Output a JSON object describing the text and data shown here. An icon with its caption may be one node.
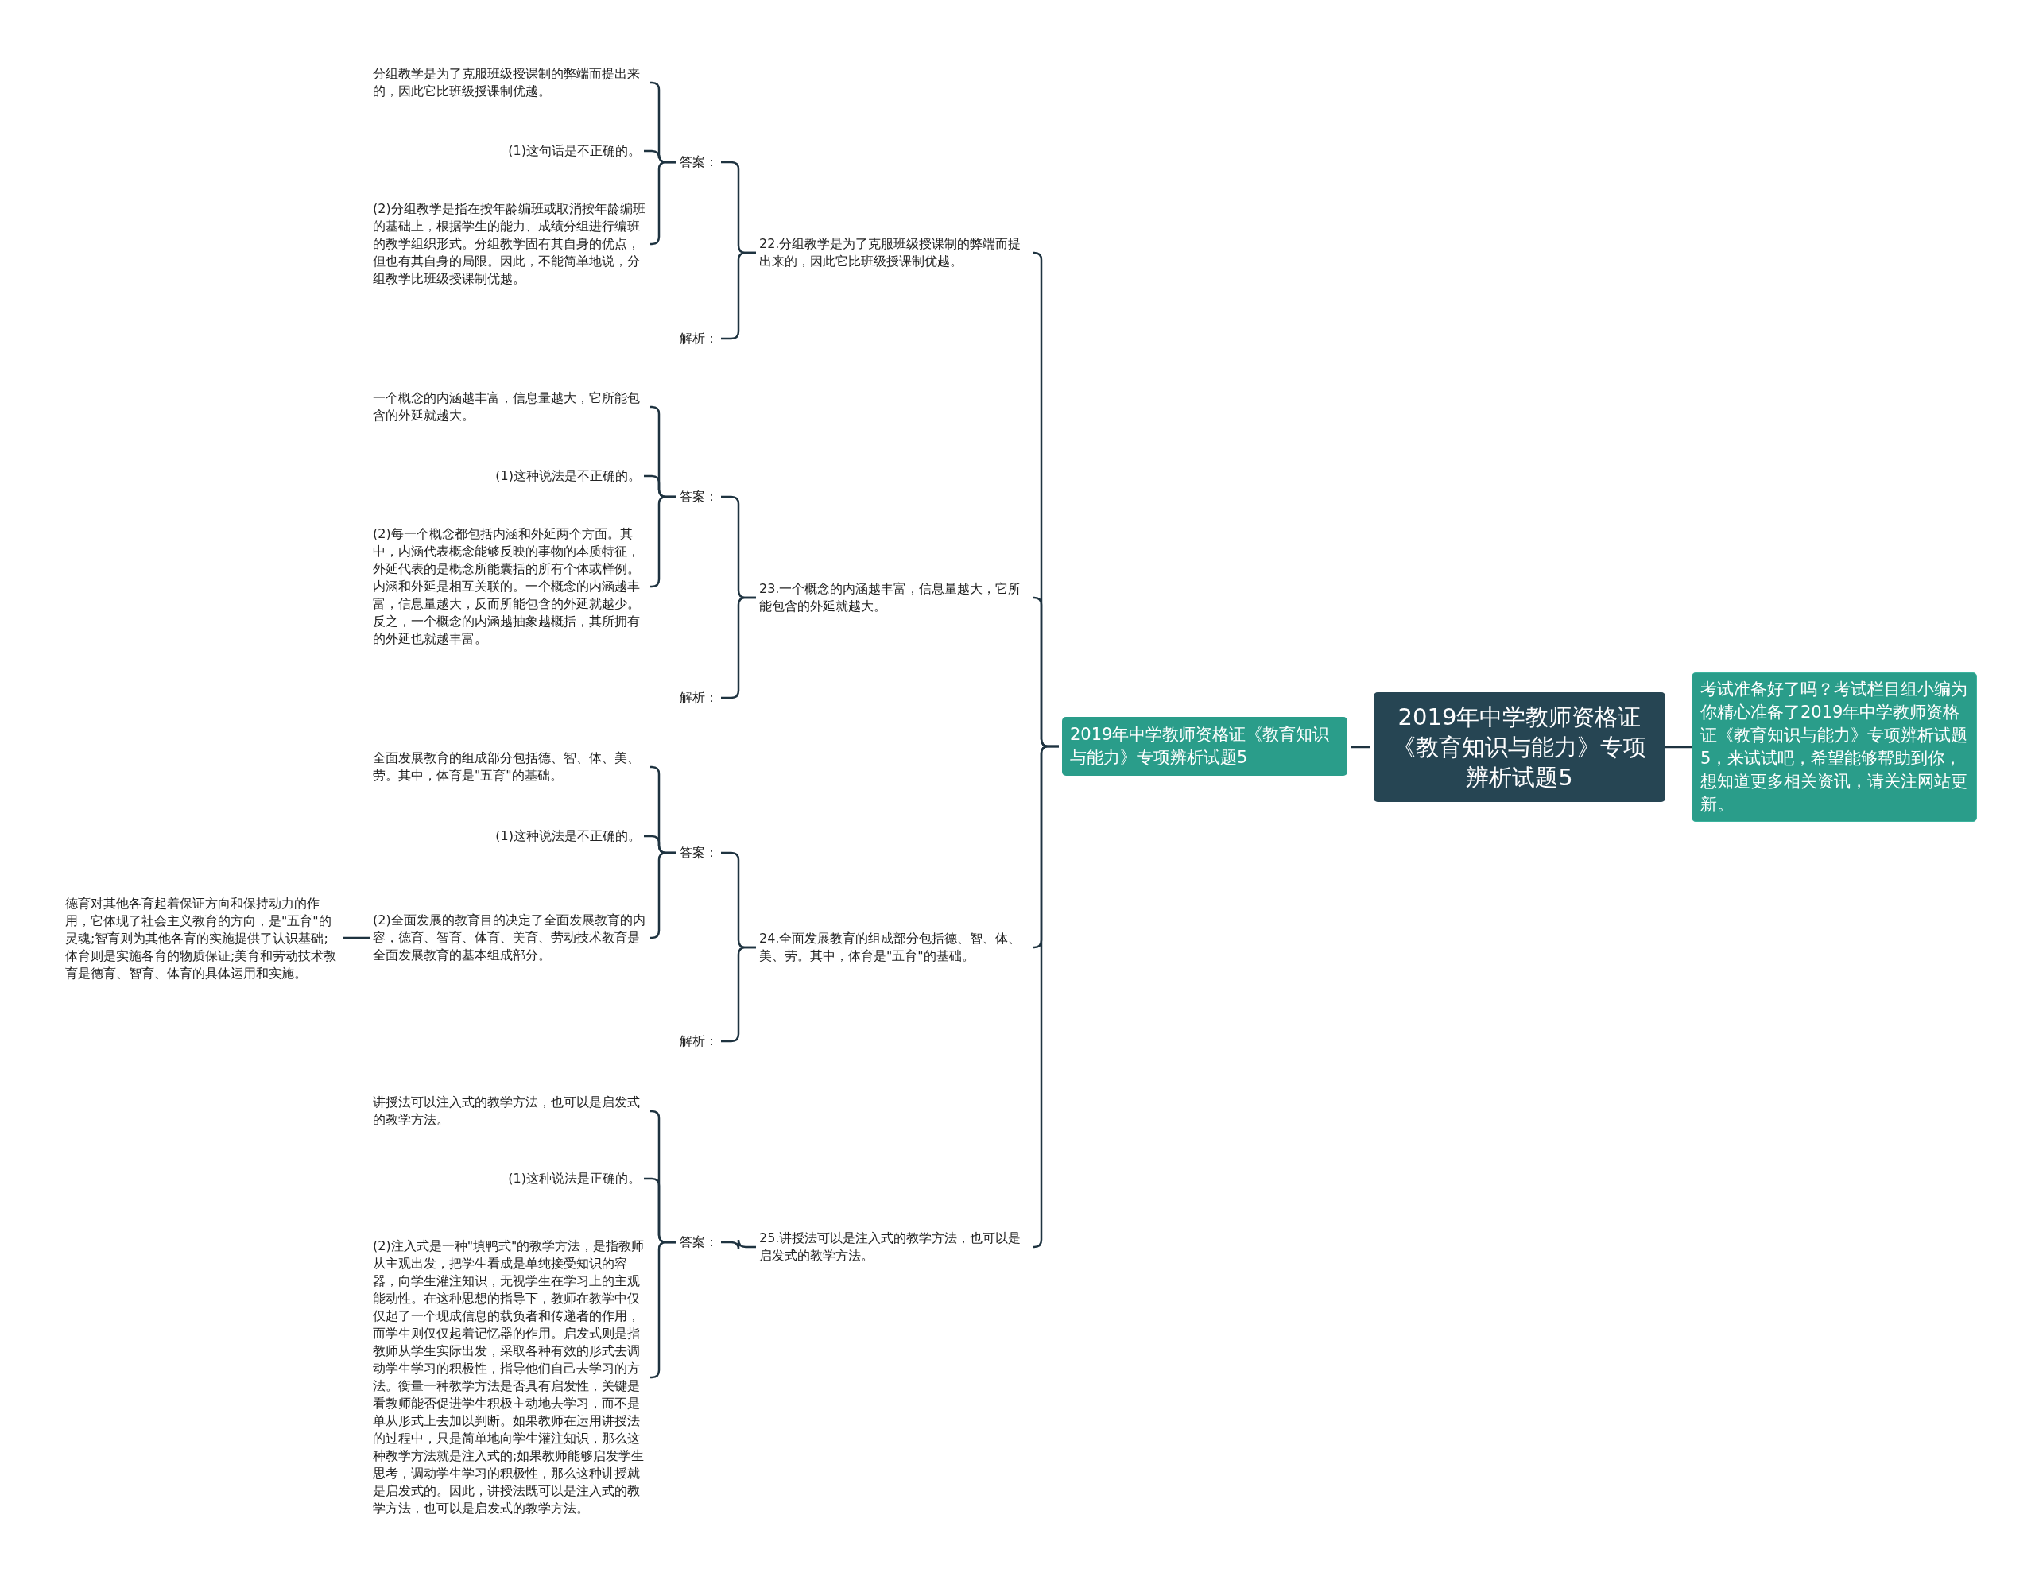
{
  "diagram": {
    "nodes": [
      {
        "text": [
          "2019年中学教师资格证《教育知识与能力》专项辨析试题5"
        ]
      },
      {
        "text": [
          "考试准备好了吗？考试栏目组小编为你精心准备了2019年中学教师资格证《教育知识与能力》专项辨析试题5，来试试吧，希望能够帮助到你，想知道更多相关资讯，请关注网站更新。"
        ]
      },
      {
        "text": [
          "2019年中学教师资格证《教育知识与能力》专项辨析试题5"
        ]
      },
      {
        "text": [
          "22.分组教学是为了克服班级授课制的弊端而提出来的，因此它比班级授课制优越。"
        ]
      },
      {
        "text": [
          "答案："
        ]
      },
      {
        "text": [
          "分组教学是为了克服班级授课制的弊端而提出来的，因此它比班级授课制优越。"
        ]
      },
      {
        "text": [
          "(1)这句话是不正确的。"
        ]
      },
      {
        "text": [
          "(2)分组教学是指在按年龄编班或取消按年龄编班的基础上，根据学生的能力、成绩分组进行编班的教学组织形式。分组教学固有其自身的优点，但也有其自身的局限。因此，不能简单地说，分组教学比班级授课制优越。"
        ]
      },
      {
        "text": [
          "解析："
        ]
      },
      {
        "text": [
          "23.一个概念的内涵越丰富，信息量越大，它所能包含的外延就越大。"
        ]
      },
      {
        "text": [
          "答案："
        ]
      },
      {
        "text": [
          "一个概念的内涵越丰富，信息量越大，它所能包含的外延就越大。"
        ]
      },
      {
        "text": [
          "(1)这种说法是不正确的。"
        ]
      },
      {
        "text": [
          "(2)每一个概念都包括内涵和外延两个方面。其中，内涵代表概念能够反映的事物的本质特征，外延代表的是概念所能囊括的所有个体或样例。内涵和外延是相互关联的。一个概念的内涵越丰富，信息量越大，反而所能包含的外延就越少。反之，一个概念的内涵越抽象越概括，其所拥有的外延也就越丰富。"
        ]
      },
      {
        "text": [
          "解析："
        ]
      },
      {
        "text": [
          "24.全面发展教育的组成部分包括德、智、体、美、劳。其中，体育是\"五育\"的基础。"
        ]
      },
      {
        "text": [
          "答案："
        ]
      },
      {
        "text": [
          "全面发展教育的组成部分包括德、智、体、美、劳。其中，体育是\"五育\"的基础。"
        ]
      },
      {
        "text": [
          "(1)这种说法是不正确的。"
        ]
      },
      {
        "text": [
          "(2)全面发展的教育目的决定了全面发展教育的内容，德育、智育、体育、美育、劳动技术教育是全面发展教育的基本组成部分。"
        ]
      },
      {
        "text": [
          "德育对其他各育起着保证方向和保持动力的作用，它体现了社会主义教育的方向，是\"五育\"的灵魂;智育则为其他各育的实施提供了认识基础;体育则是实施各育的物质保证;美育和劳动技术教育是德育、智育、体育的具体运用和实施。"
        ]
      },
      {
        "text": [
          "解析："
        ]
      },
      {
        "text": [
          "25.讲授法可以是注入式的教学方法，也可以是启发式的教学方法。"
        ]
      },
      {
        "text": [
          "答案："
        ]
      },
      {
        "text": [
          "讲授法可以注入式的教学方法，也可以是启发式的教学方法。"
        ]
      },
      {
        "text": [
          "(1)这种说法是正确的。"
        ]
      },
      {
        "text": [
          "(2)注入式是一种\"填鸭式\"的教学方法，是指教师从主观出发，把学生看成是单纯接受知识的容器，向学生灌注知识，无视学生在学习上的主观能动性。在这种思想的指导下，教师在教学中仅仅起了一个现成信息的载负者和传递者的作用，而学生则仅仅起着记忆器的作用。启发式则是指教师从学生实际出发，采取各种有效的形式去调动学生学习的积极性，指导他们自己去学习的方法。衡量一种教学方法是否具有启发性，关键是看教师能否促进学生积极主动地去学习，而不是单从形式上去加以判断。如果教师在运用讲授法的过程中，只是简单地向学生灌注知识，那么这种教学方法就是注入式的;如果教师能够启发学生思考，调动学生学习的积极性，那么这种讲授就是启发式的。因此，讲授法既可以是注入式的教学方法，也可以是启发式的教学方法。"
        ]
      }
    ],
    "edges": [
      {
        "from": 0,
        "to": 1,
        "arrow": "none"
      },
      {
        "from": 0,
        "to": 2,
        "arrow": "none"
      },
      {
        "from": 2,
        "to": 3,
        "arrow": "none"
      },
      {
        "from": 2,
        "to": 9,
        "arrow": "none"
      },
      {
        "from": 2,
        "to": 15,
        "arrow": "none"
      },
      {
        "from": 2,
        "to": 22,
        "arrow": "none"
      },
      {
        "from": 3,
        "to": 4,
        "arrow": "none"
      },
      {
        "from": 3,
        "to": 8,
        "arrow": "none"
      },
      {
        "from": 4,
        "to": 5,
        "arrow": "none"
      },
      {
        "from": 4,
        "to": 6,
        "arrow": "none"
      },
      {
        "from": 4,
        "to": 7,
        "arrow": "none"
      },
      {
        "from": 9,
        "to": 10,
        "arrow": "none"
      },
      {
        "from": 9,
        "to": 14,
        "arrow": "none"
      },
      {
        "from": 10,
        "to": 11,
        "arrow": "none"
      },
      {
        "from": 10,
        "to": 12,
        "arrow": "none"
      },
      {
        "from": 10,
        "to": 13,
        "arrow": "none"
      },
      {
        "from": 15,
        "to": 16,
        "arrow": "none"
      },
      {
        "from": 15,
        "to": 21,
        "arrow": "none"
      },
      {
        "from": 16,
        "to": 17,
        "arrow": "none"
      },
      {
        "from": 16,
        "to": 18,
        "arrow": "none"
      },
      {
        "from": 16,
        "to": 19,
        "arrow": "none"
      },
      {
        "from": 19,
        "to": 20,
        "arrow": "none"
      },
      {
        "from": 22,
        "to": 23,
        "arrow": "none"
      },
      {
        "from": 23,
        "to": 24,
        "arrow": "none"
      },
      {
        "from": 23,
        "to": 25,
        "arrow": "none"
      },
      {
        "from": 23,
        "to": 26,
        "arrow": "none"
      }
    ]
  }
}
